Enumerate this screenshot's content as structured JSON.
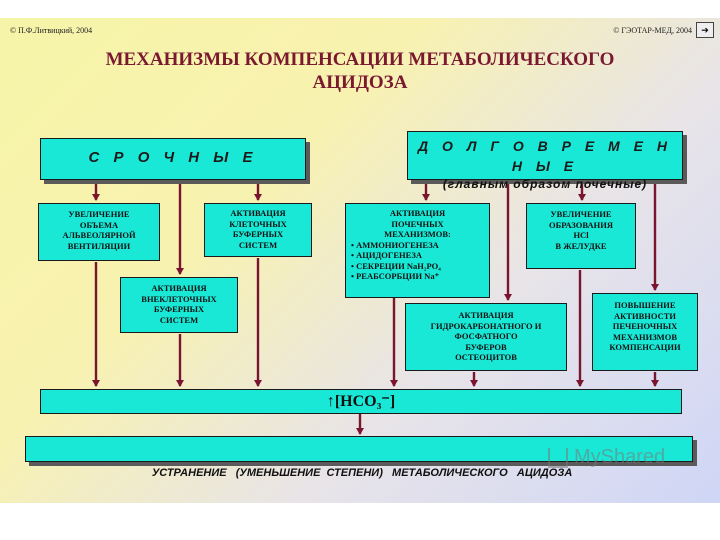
{
  "header": {
    "left_copyright": "© П.Ф.Литвицкий, 2004",
    "right_copyright": "© ГЭОТАР-МЕД, 2004",
    "nav_icon": "forward-arrow-icon"
  },
  "title": {
    "line1": "МЕХАНИЗМЫ КОМПЕНСАЦИИ МЕТАБОЛИЧЕСКОГО",
    "line2": "АЦИДОЗА"
  },
  "urgent": {
    "label": "С Р О Ч Н Ы Е",
    "items": [
      [
        "УВЕЛИЧЕНИЕ",
        "ОБЪЕМА",
        "АЛЬВЕОЛЯРНОЙ",
        "ВЕНТИЛЯЦИИ"
      ],
      [
        "АКТИВАЦИЯ",
        "КЛЕТОЧНЫХ",
        "БУФЕРНЫХ",
        "СИСТЕМ"
      ],
      [
        "АКТИВАЦИЯ",
        "ВНЕКЛЕТОЧНЫХ",
        "БУФЕРНЫХ",
        "СИСТЕМ"
      ]
    ]
  },
  "longterm": {
    "label": "Д О Л Г О В Р Е М Е Н Н Ы Е",
    "sublabel": "(главным образом почечные)",
    "renal": {
      "lines": [
        "АКТИВАЦИЯ",
        "ПОЧЕЧНЫХ",
        "МЕХАНИЗМОВ:"
      ],
      "bullets": [
        "• АММОНИОГЕНЕЗА",
        "• АЦИДОГЕНЕЗА",
        "• СЕКРЕЦИИ NaH₂PO₄",
        "• РЕАБСОРБЦИИ Na⁺"
      ]
    },
    "hcl": [
      "УВЕЛИЧЕНИЕ",
      "ОБРАЗОВАНИЯ",
      "HCl",
      "В ЖЕЛУДКЕ"
    ],
    "bone": [
      "АКТИВАЦИЯ",
      "ГИДРОКАРБОНАТНОГО И",
      "ФОСФАТНОГО",
      "БУФЕРОВ",
      "ОСТЕОЦИТОВ"
    ],
    "liver": [
      "ПОВЫШЕНИЕ",
      "АКТИВНОСТИ",
      "ПЕЧЕНОЧНЫХ",
      "МЕХАНИЗМОВ",
      "КОМПЕНСАЦИИ"
    ]
  },
  "result_bar": {
    "arrow": "↑",
    "formula": "[HCO₃⁻]"
  },
  "elimination": {
    "text": "УСТРАНЕНИЕ   (УМЕНЬШЕНИЕ  СТЕПЕНИ)   МЕТАБОЛИЧЕСКОГО   АЦИДОЗА"
  },
  "watermark": {
    "text": "MyShared"
  },
  "colors": {
    "box_fill": "#19e8d6",
    "arrow": "#7a1530",
    "title": "#7a1830"
  }
}
